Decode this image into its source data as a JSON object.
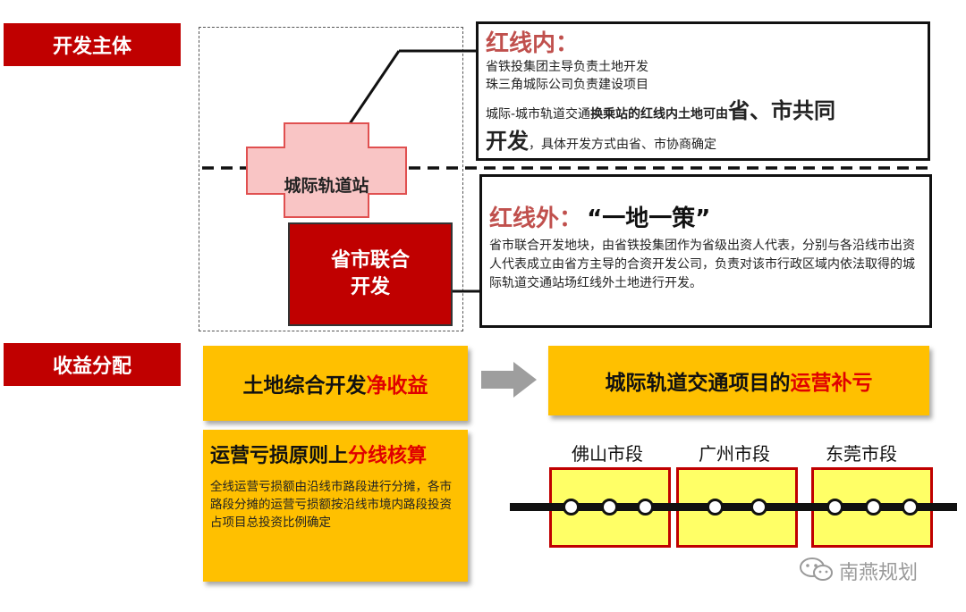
{
  "sections": {
    "development_subject": "开发主体",
    "revenue_distribution": "收益分配"
  },
  "diagram": {
    "station_label": "城际轨道站",
    "joint_dev_line1": "省市联合",
    "joint_dev_line2": "开发"
  },
  "inside_box": {
    "title": "红线内：",
    "line1": "省铁投集团主导负责土地开发",
    "line2": "珠三角城际公司负责建设项目",
    "line3_prefix": "城际-城市轨道交通",
    "line3_bold": "换乘站的红线内土地可由",
    "line3_big": "省、市共同",
    "line4_big": "开发",
    "line4_rest": "，具体开发方式由省、市协商确定"
  },
  "outside_box": {
    "title": "红线外：",
    "title_quote": "“一地一策”",
    "body": "省市联合开发地块，由省铁投集团作为省级出资人代表，分别与各沿线市出资人代表成立由省方主导的合资开发公司，负责对该市行政区域内依法取得的城际轨道交通站场红线外土地进行开发。"
  },
  "revenue": {
    "left_box_black": "土地综合开发",
    "left_box_red": "净收益",
    "right_box_black": "城际轨道交通项目的",
    "right_box_red": "运营补亏",
    "loss_title_black": "运营亏损原则上",
    "loss_title_red": "分线核算",
    "loss_body": "全线运营亏损额由沿线市路段进行分摊，各市路段分摊的运营亏损额按沿线市境内路段投资占项目总投资比例确定"
  },
  "segments": [
    {
      "label": "佛山市段"
    },
    {
      "label": "广州市段"
    },
    {
      "label": "东莞市段"
    }
  ],
  "watermark": "南燕规划",
  "colors": {
    "brand_red": "#c00000",
    "title_red": "#c0504d",
    "accent_red": "#e00000",
    "yellow": "#ffc000",
    "segment_yellow": "#ffff66",
    "station_pink": "#f9c5c5"
  }
}
